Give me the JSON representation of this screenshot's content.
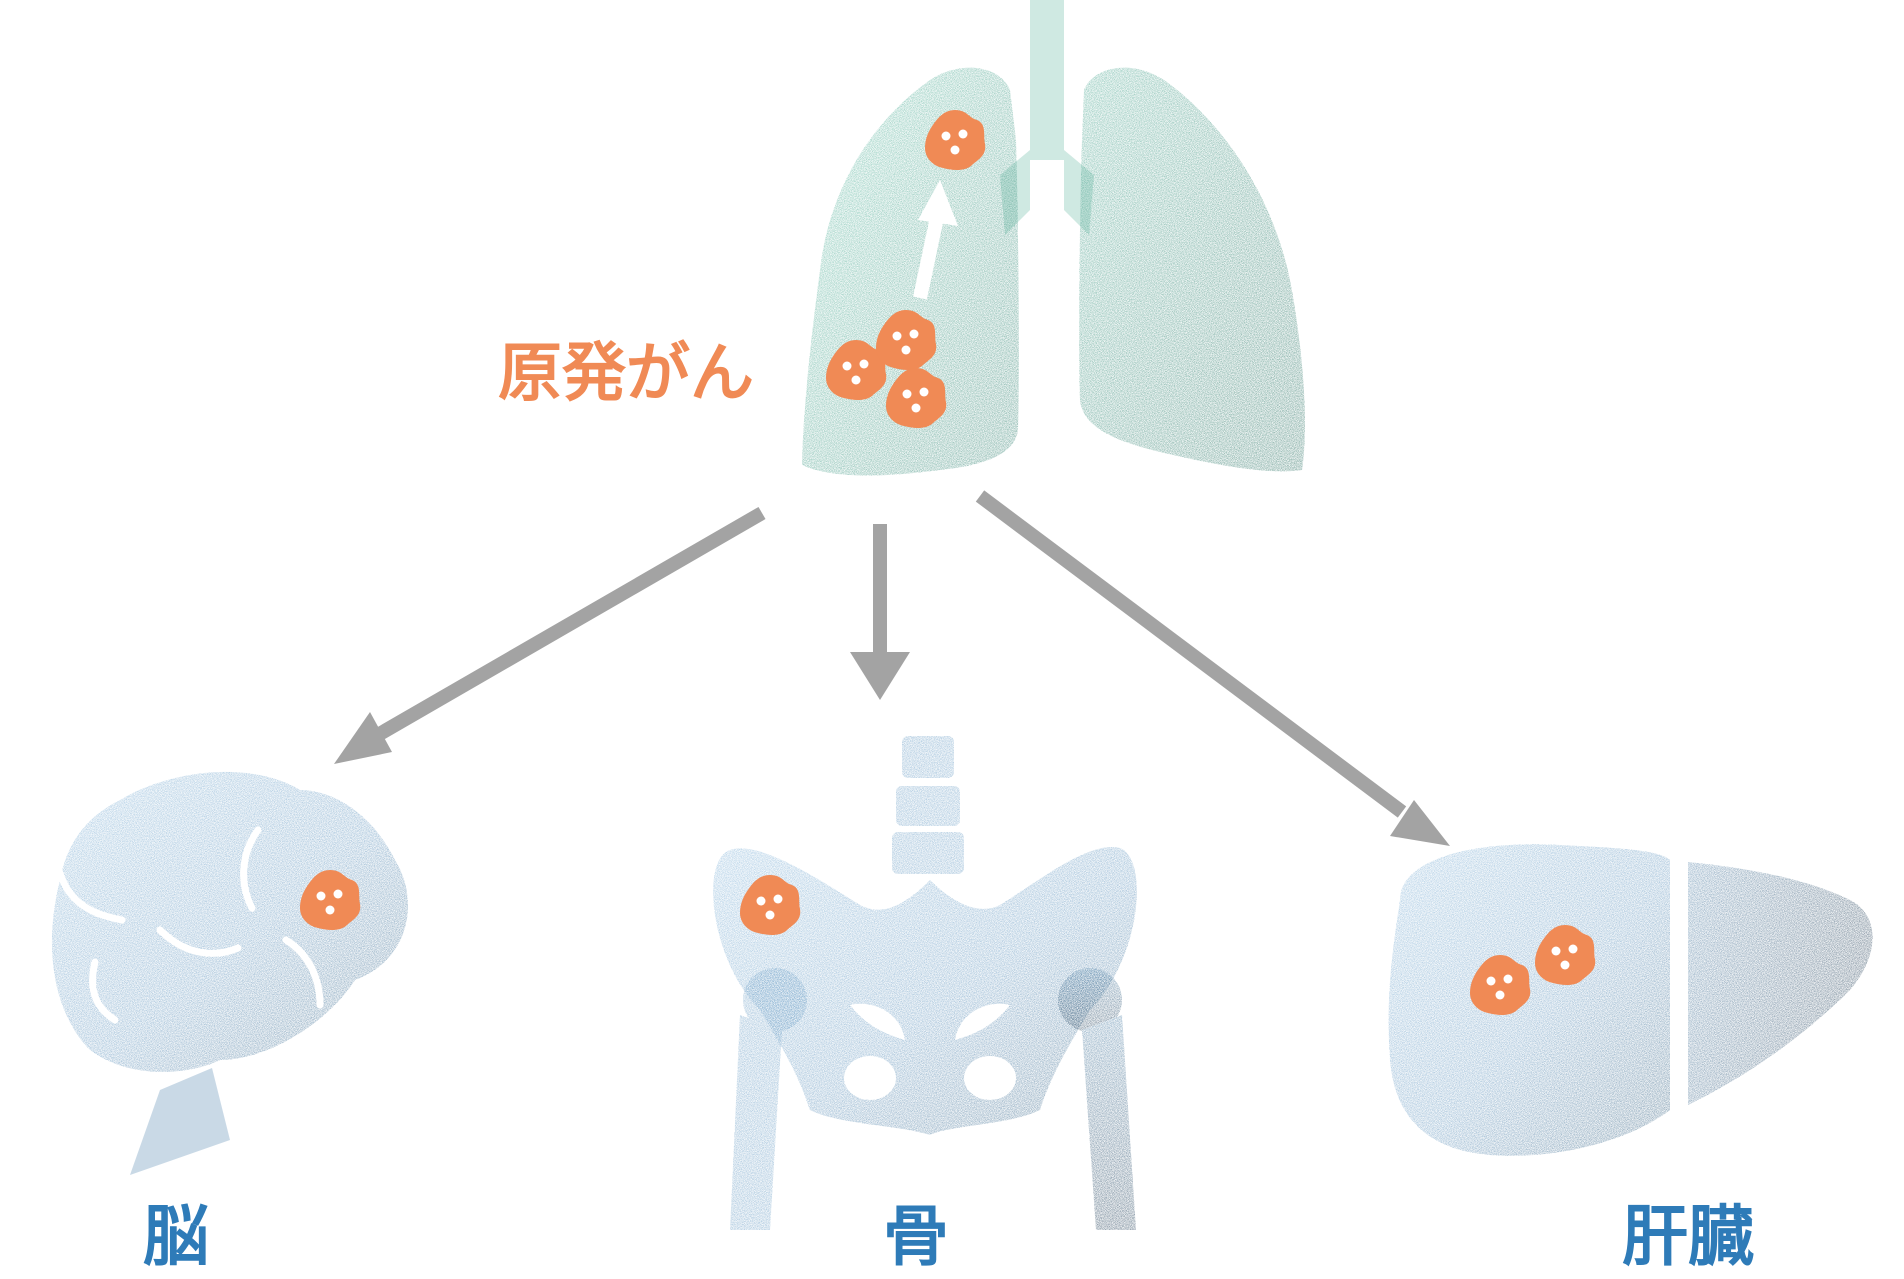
{
  "labels": {
    "primary": "原発がん",
    "brain": "脳",
    "bone": "骨",
    "liver": "肝臓"
  },
  "colors": {
    "label_orange": "#f08a55",
    "label_blue": "#2e7bb8",
    "lung_light": "#5fc2a8",
    "lung_dark": "#2a7a6a",
    "trachea": "#cfe9e2",
    "organ_light": "#79abd1",
    "organ_dark": "#2b5675",
    "tumor": "#f08a55",
    "arrow": "#a3a3a3"
  },
  "icons": {
    "lungs": "lungs-icon",
    "brain": "brain-icon",
    "bone": "pelvis-icon",
    "liver": "liver-icon",
    "tumor": "tumor-icon"
  }
}
